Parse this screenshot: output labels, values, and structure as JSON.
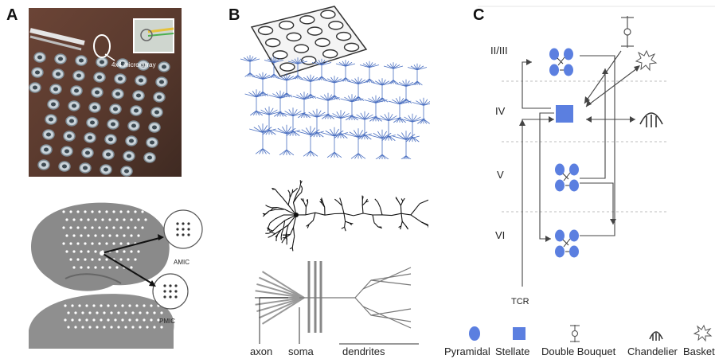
{
  "panels": {
    "a": {
      "letter": "A",
      "photo_label": "4x4 micro-array",
      "brain_labels": {
        "amic": "AMIC",
        "pmic": "PMIC"
      }
    },
    "b": {
      "letter": "B",
      "labels": {
        "axon": "axon",
        "soma": "soma",
        "dendrites": "dendrites"
      }
    },
    "c": {
      "letter": "C",
      "layers": [
        "II/III",
        "IV",
        "V",
        "VI"
      ],
      "input_label": "TCR",
      "legend": [
        {
          "label": "Pyramidal",
          "icon": "pyramidal-circle-icon"
        },
        {
          "label": "Stellate",
          "icon": "stellate-square-icon"
        },
        {
          "label": "Double Bouquet",
          "icon": "double-bouquet-icon"
        },
        {
          "label": "Chandelier",
          "icon": "chandelier-icon"
        },
        {
          "label": "Basket",
          "icon": "basket-star-icon"
        }
      ]
    }
  },
  "colors": {
    "cell_blue": "#5b7fe0",
    "dendrite_blue": "#4a6fc0",
    "line_gray": "#555555",
    "photo_bg": "#5a3a2e",
    "brain_gray": "#8a8a8a"
  }
}
